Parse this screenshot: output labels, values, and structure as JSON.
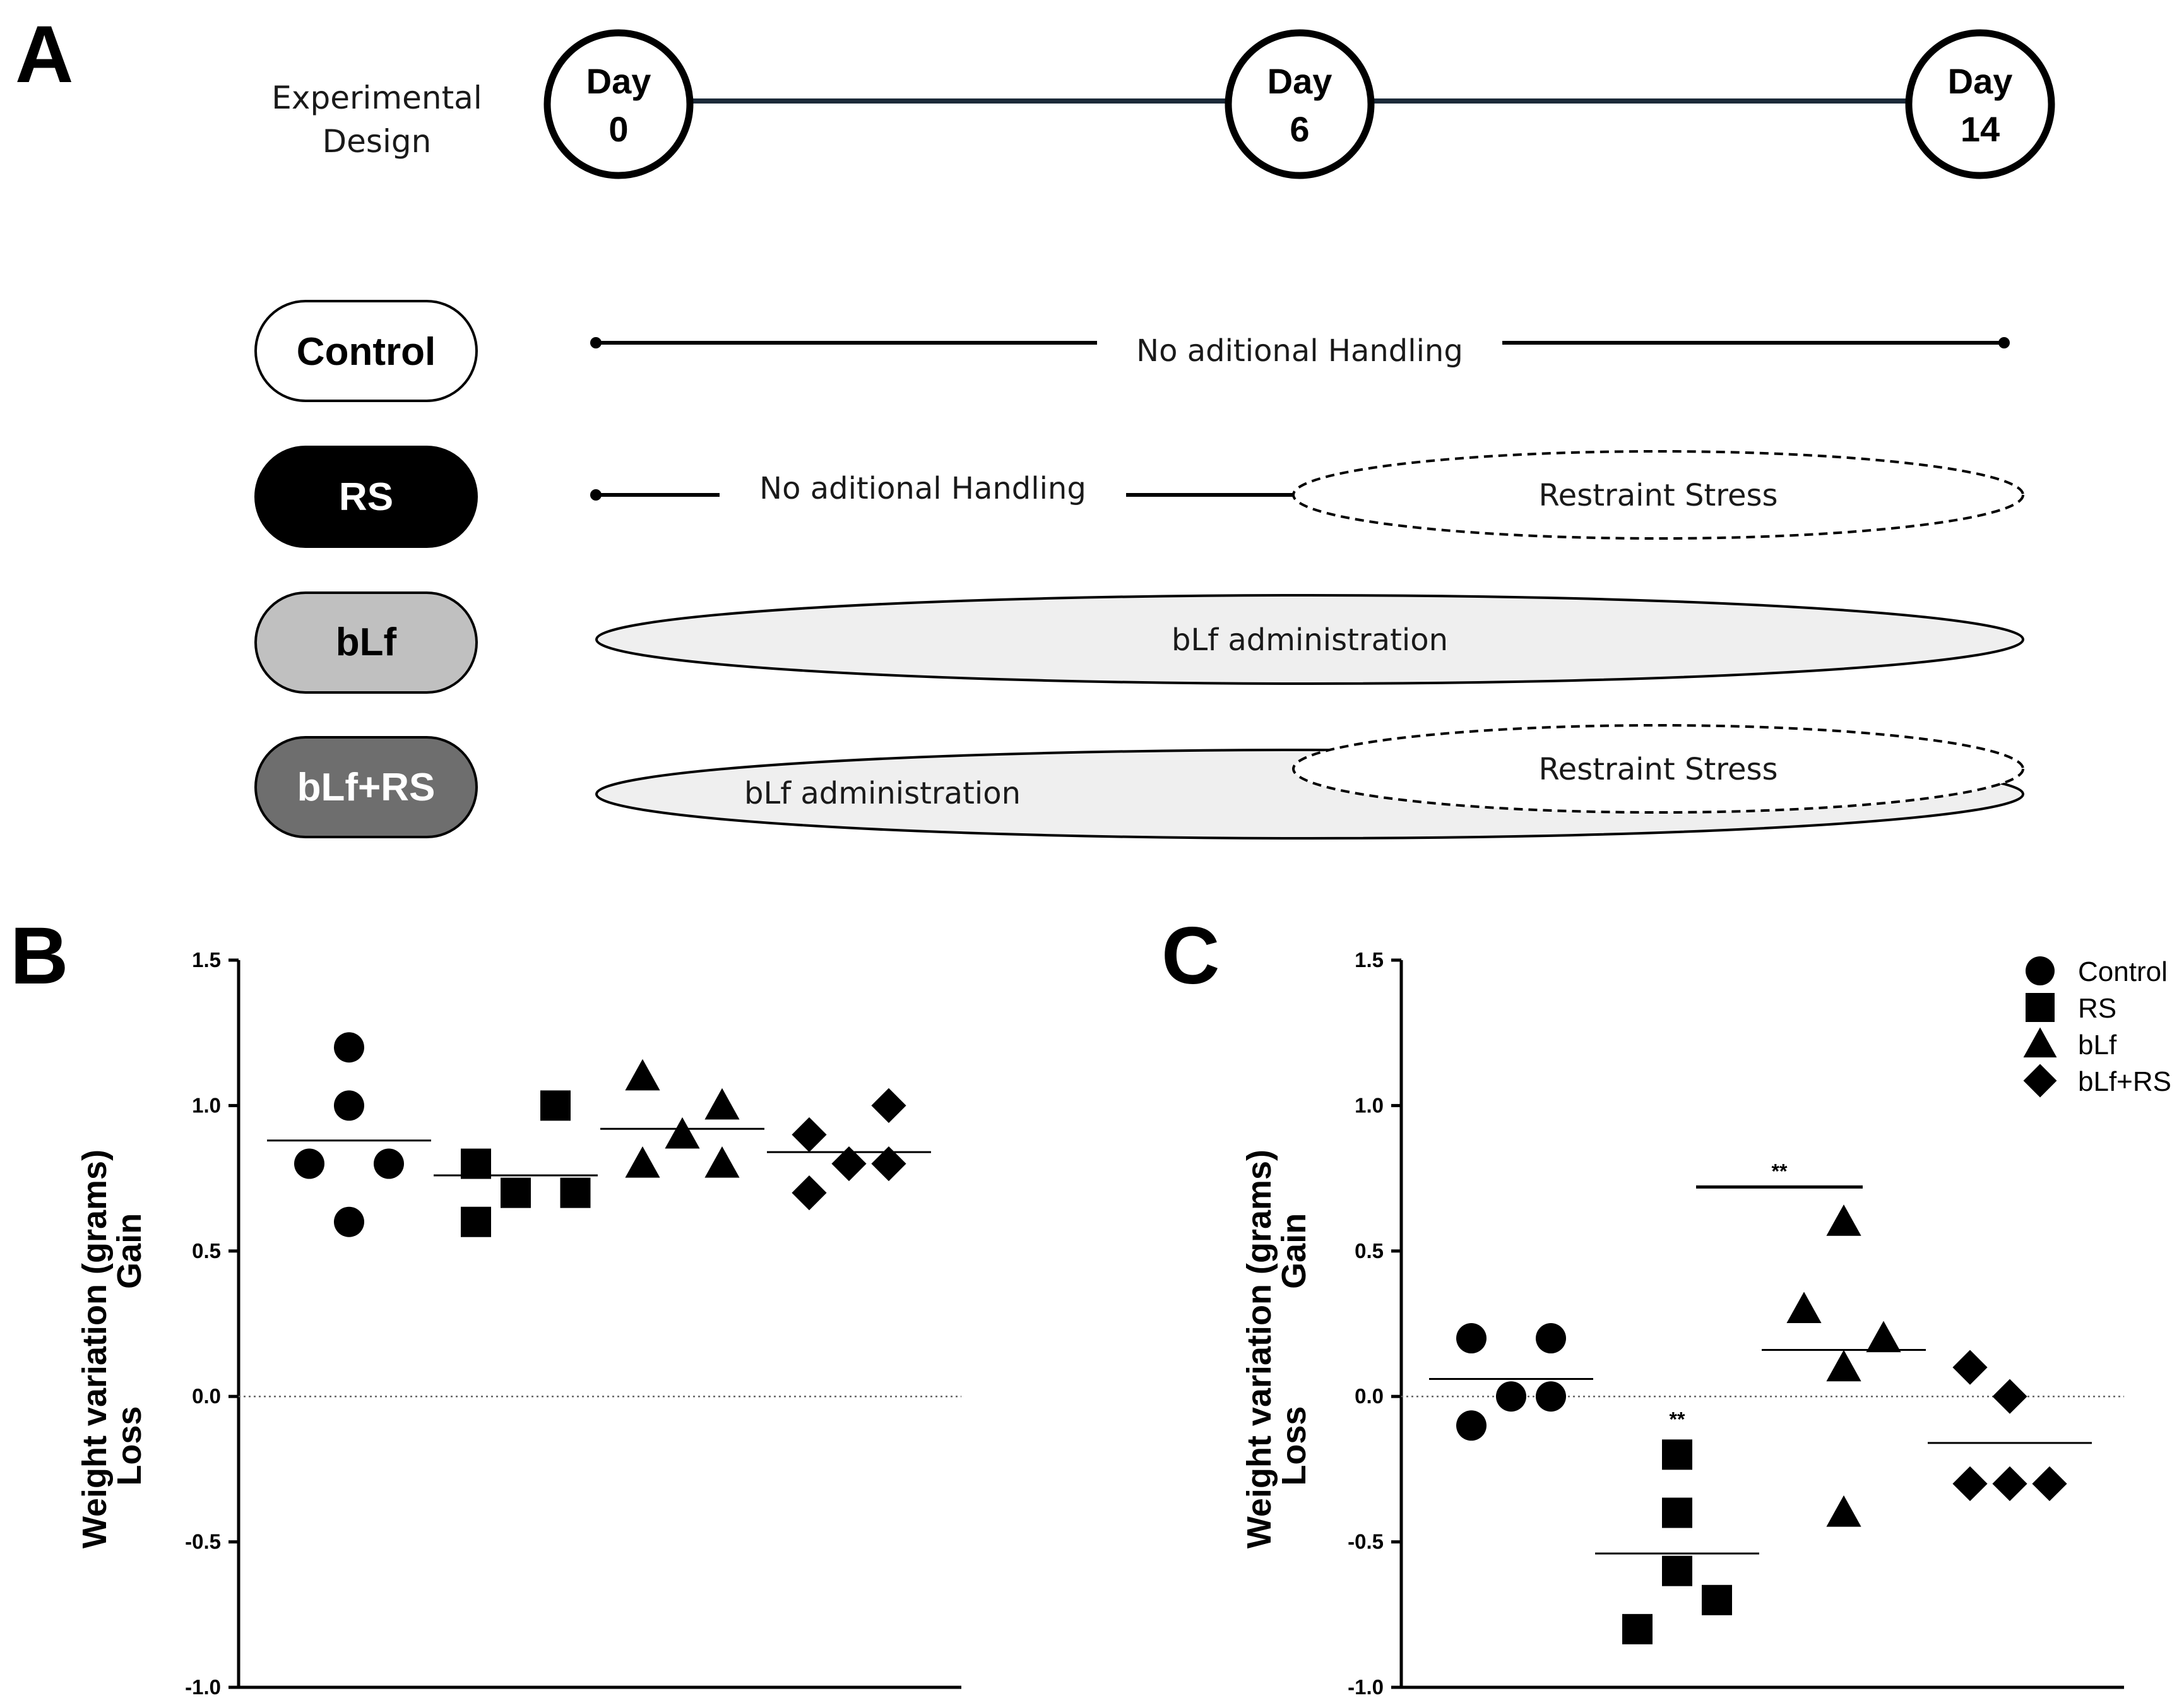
{
  "panel_a": {
    "letter": "A",
    "design_title_line1": "Experimental",
    "design_title_line2": "Design",
    "timeline": [
      {
        "line1": "Day",
        "line2": "0"
      },
      {
        "line1": "Day",
        "line2": "6"
      },
      {
        "line1": "Day",
        "line2": "14"
      }
    ],
    "groups": [
      {
        "label": "Control",
        "fill": "#ffffff",
        "text_color": "#000000"
      },
      {
        "label": "RS",
        "fill": "#000000",
        "text_color": "#ffffff"
      },
      {
        "label": "bLf",
        "fill": "#c0c0c0",
        "text_color": "#000000"
      },
      {
        "label": "bLf+RS",
        "fill": "#6e6e6e",
        "text_color": "#ffffff"
      }
    ],
    "phases": {
      "control_handling": "No aditional Handling",
      "rs_handling": "No aditional Handling",
      "rs_stress": "Restraint Stress",
      "blf_admin": "bLf administration",
      "blfrs_admin": "bLf administration",
      "blfrs_stress": "Restraint Stress"
    }
  },
  "chart_data": [
    {
      "panel": "B",
      "type": "scatter",
      "ylabel_line1": "Weight variation (grams)",
      "ylabel_gain": "Gain",
      "ylabel_loss": "Loss",
      "ylim": [
        -1.0,
        1.5
      ],
      "yticks": [
        "1.5",
        "1.0",
        "0.5",
        "0.0",
        "-0.5",
        "-1.0"
      ],
      "reference_line": 0.0,
      "series": [
        {
          "name": "Control",
          "marker": "circle",
          "points": [
            [
              0,
              1.2
            ],
            [
              0,
              1.0
            ],
            [
              -1,
              0.8
            ],
            [
              1,
              0.8
            ],
            [
              0,
              0.6
            ]
          ],
          "mean": 0.88
        },
        {
          "name": "RS",
          "marker": "square",
          "points": [
            [
              1,
              1.0
            ],
            [
              -1,
              0.8
            ],
            [
              0,
              0.7
            ],
            [
              1.5,
              0.7
            ],
            [
              -1,
              0.6
            ]
          ],
          "mean": 0.76
        },
        {
          "name": "bLf",
          "marker": "triangle",
          "points": [
            [
              -1,
              1.1
            ],
            [
              1,
              1.0
            ],
            [
              0,
              0.9
            ],
            [
              -1,
              0.8
            ],
            [
              1,
              0.8
            ]
          ],
          "mean": 0.92
        },
        {
          "name": "bLf+RS",
          "marker": "diamond",
          "points": [
            [
              1,
              1.0
            ],
            [
              -1,
              0.9
            ],
            [
              0,
              0.8
            ],
            [
              1,
              0.8
            ],
            [
              -1,
              0.7
            ]
          ],
          "mean": 0.84
        }
      ]
    },
    {
      "panel": "C",
      "type": "scatter",
      "ylabel_line1": "Weight variation (grams)",
      "ylabel_gain": "Gain",
      "ylabel_loss": "Loss",
      "ylim": [
        -1.0,
        1.5
      ],
      "yticks": [
        "1.5",
        "1.0",
        "0.5",
        "0.0",
        "-0.5",
        "-1.0"
      ],
      "reference_line": 0.0,
      "legend_position": "top-right",
      "legend": [
        {
          "label": "Control",
          "marker": "circle"
        },
        {
          "label": "RS",
          "marker": "square"
        },
        {
          "label": "bLf",
          "marker": "triangle"
        },
        {
          "label": "bLf+RS",
          "marker": "diamond"
        }
      ],
      "series": [
        {
          "name": "Control",
          "marker": "circle",
          "points": [
            [
              -1,
              0.2
            ],
            [
              1,
              0.2
            ],
            [
              0,
              0.0
            ],
            [
              1,
              0.0
            ],
            [
              -1,
              -0.1
            ]
          ],
          "mean": 0.06
        },
        {
          "name": "RS",
          "marker": "square",
          "points": [
            [
              0,
              -0.2
            ],
            [
              0,
              -0.4
            ],
            [
              0,
              -0.6
            ],
            [
              1,
              -0.7
            ],
            [
              -1,
              -0.8
            ]
          ],
          "mean": -0.54,
          "annotation": "**"
        },
        {
          "name": "bLf",
          "marker": "triangle",
          "points": [
            [
              0,
              0.6
            ],
            [
              -1,
              0.3
            ],
            [
              1,
              0.2
            ],
            [
              0,
              0.1
            ],
            [
              0,
              -0.4
            ]
          ],
          "mean": 0.16
        },
        {
          "name": "bLf+RS",
          "marker": "diamond",
          "points": [
            [
              -1,
              0.1
            ],
            [
              0,
              0.0
            ],
            [
              -1,
              -0.3
            ],
            [
              0,
              -0.3
            ],
            [
              1,
              -0.3
            ]
          ],
          "mean": -0.16
        }
      ],
      "significance": {
        "label": "**",
        "y": 0.72
      }
    }
  ]
}
